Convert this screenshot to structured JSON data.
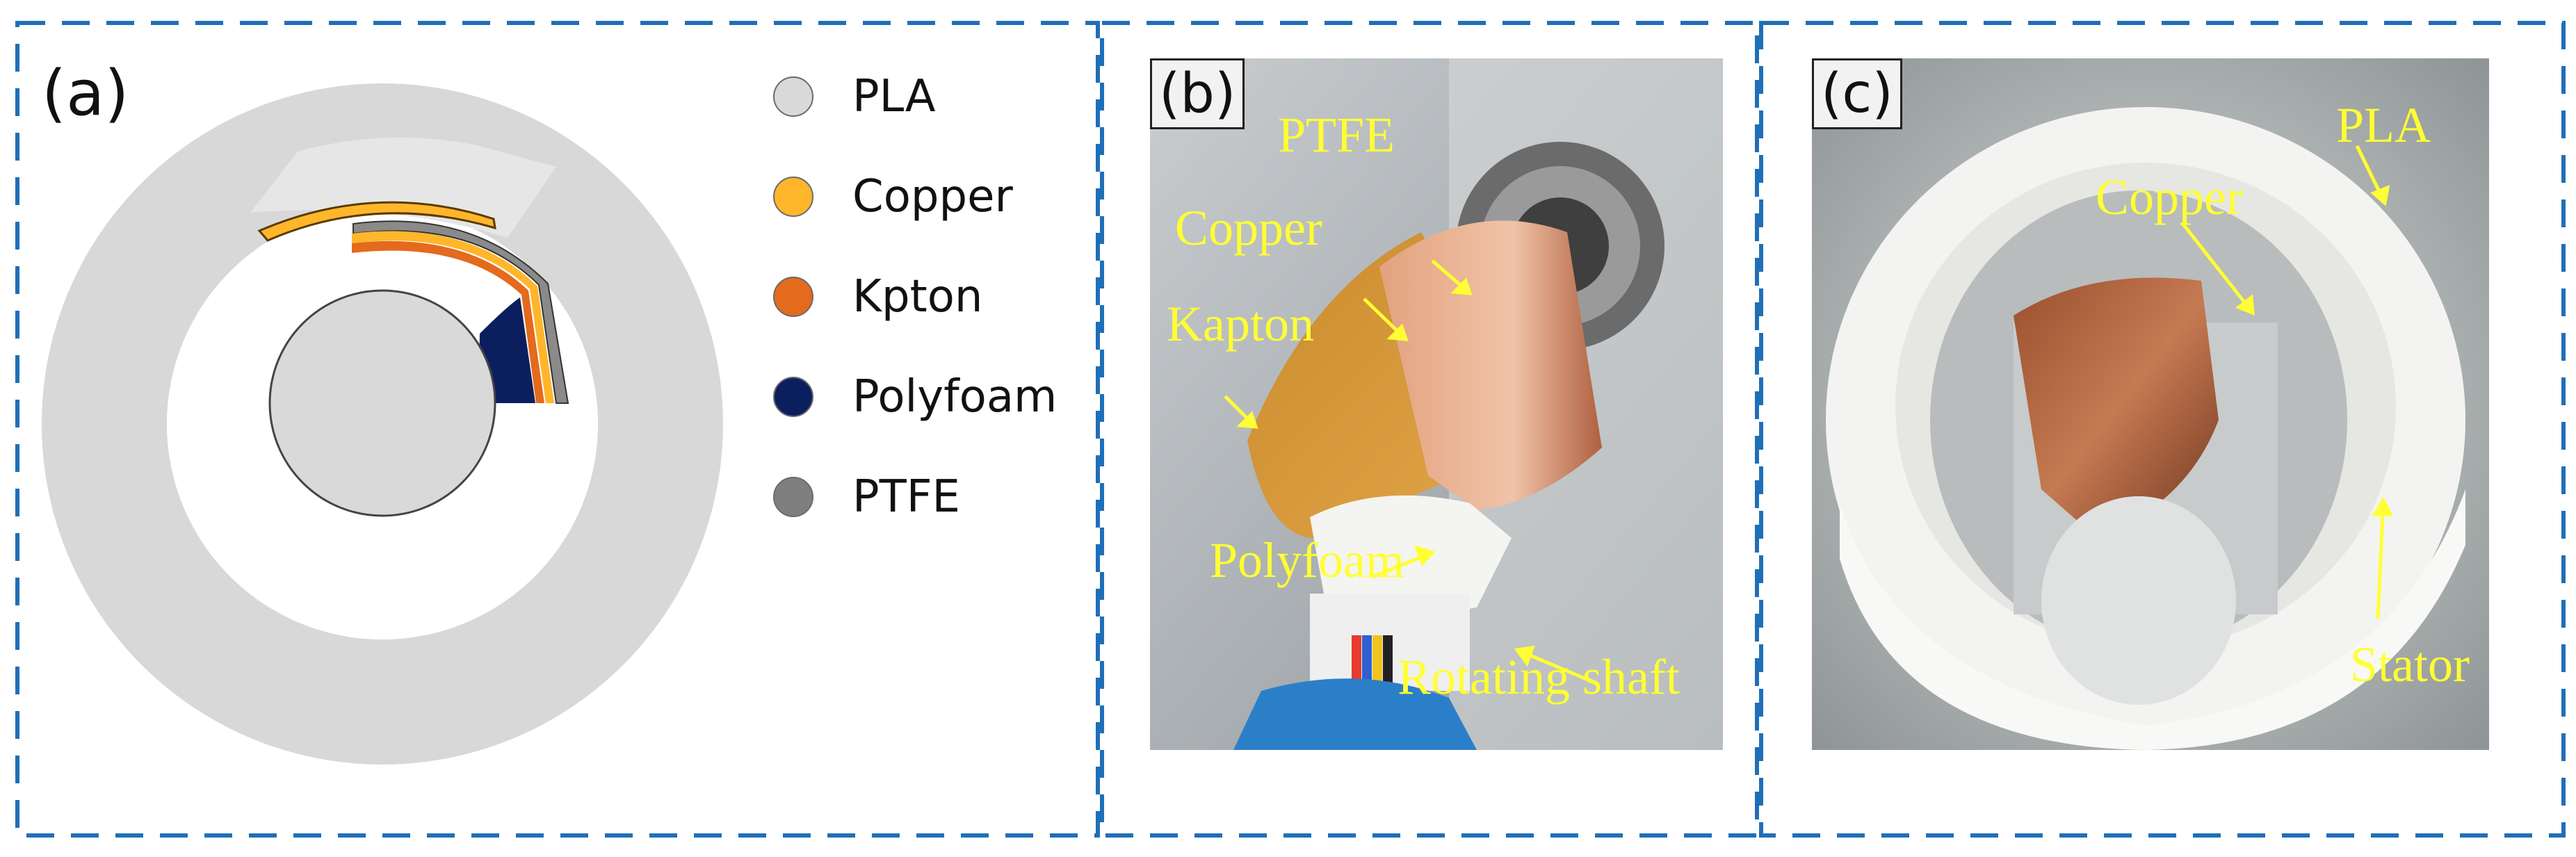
{
  "panels": {
    "a": {
      "tag": "(a)",
      "legend": [
        {
          "label": "PLA",
          "color": "#d9d9d9"
        },
        {
          "label": "Copper",
          "color": "#ffb62b"
        },
        {
          "label": "Kpton",
          "color": "#e46a1d"
        },
        {
          "label": "Polyfoam",
          "color": "#0b1f5f"
        },
        {
          "label": "PTFE",
          "color": "#7f7f7f"
        }
      ]
    },
    "b": {
      "tag": "(b)",
      "labels": {
        "ptfe": "PTFE",
        "copper": "Copper",
        "kapton": "Kapton",
        "polyfoam": "Polyfoam",
        "shaft": "Rotating shaft"
      }
    },
    "c": {
      "tag": "(c)",
      "labels": {
        "copper": "Copper",
        "pla": "PLA",
        "stator": "Stator"
      }
    }
  },
  "colors": {
    "frame": "#1f6fb8",
    "annotation": "#ffff33",
    "pla": "#d9d9d9",
    "copper": "#ffb62b",
    "kapton": "#e46a1d",
    "polyfoam": "#0b1f5f",
    "ptfe": "#7f7f7f"
  }
}
